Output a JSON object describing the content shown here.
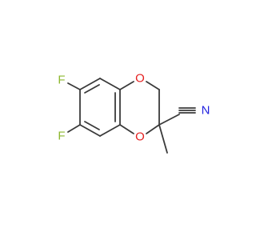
{
  "molecule": {
    "atoms": {
      "f_top": "F",
      "f_bottom": "F",
      "o_top": "O",
      "o_bottom": "O",
      "n_nitrile": "N"
    },
    "colors": {
      "bond": "#3a3a3a",
      "fluorine": "#8eb830",
      "oxygen": "#e52020",
      "nitrogen": "#2323e0"
    }
  }
}
